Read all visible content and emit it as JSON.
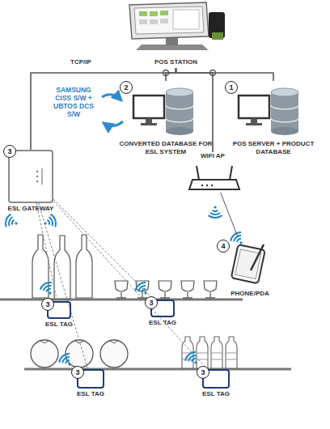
{
  "diagram": {
    "nodes": [
      {
        "text": [
          "POS STATION"
        ]
      },
      {
        "text": [
          "2",
          "CONVERTED DATABASE FOR ESL SYSTEM"
        ]
      },
      {
        "text": [
          "1",
          "POS SERVER + PRODUCT DATABASE"
        ]
      },
      {
        "text": [
          "3",
          "ESL GATEWAY"
        ]
      },
      {
        "text": [
          "WIFI AP"
        ]
      },
      {
        "text": [
          "4",
          "PHONE/PDA"
        ]
      },
      {
        "text": [
          "3",
          "ESL TAG"
        ]
      },
      {
        "text": [
          "3",
          "ESL TAG"
        ]
      },
      {
        "text": [
          "3",
          "ESL TAG"
        ]
      },
      {
        "text": [
          "3",
          "ESL TAG"
        ]
      }
    ],
    "edges": [
      {
        "from": 0,
        "to": 1,
        "arrow": "none"
      },
      {
        "from": 0,
        "to": 2,
        "arrow": "none"
      },
      {
        "from": 0,
        "to": 3,
        "arrow": "none"
      },
      {
        "from": 0,
        "to": 4,
        "arrow": "none"
      },
      {
        "from": 4,
        "to": 5,
        "arrow": "none"
      },
      {
        "from": 3,
        "to": 6,
        "arrow": "none"
      },
      {
        "from": 3,
        "to": 7,
        "arrow": "none"
      },
      {
        "from": 3,
        "to": 8,
        "arrow": "none"
      },
      {
        "from": 3,
        "to": 9,
        "arrow": "none"
      }
    ],
    "labels": [
      "TCP/IP",
      "SAMSUNG CISS S/W + UBTOS DCS S/W"
    ]
  }
}
